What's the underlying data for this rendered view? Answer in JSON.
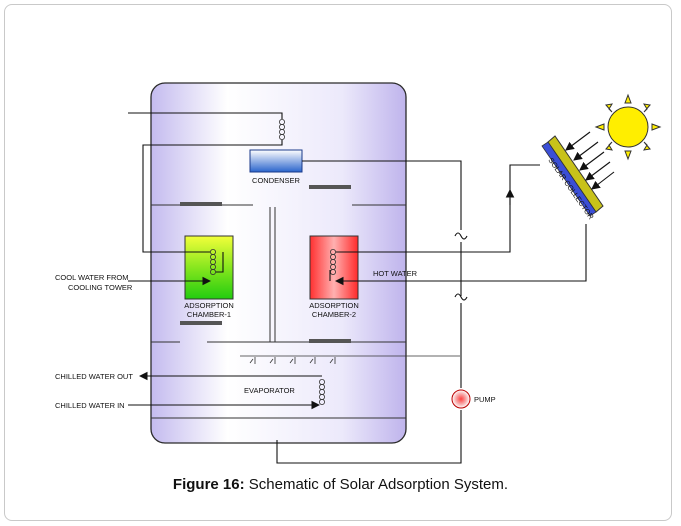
{
  "labels": {
    "condenser": "CONDENSER",
    "chamber1_line1": "ADSORPTION",
    "chamber1_line2": "CHAMBER-1",
    "chamber2_line1": "ADSORPTION",
    "chamber2_line2": "CHAMBER-2",
    "evaporator": "EVAPORATOR",
    "hot_water": "HOT WATER",
    "pump": "PUMP",
    "solar_collector": "SOLAR COLLECTOR",
    "cool_water_line1": "COOL WATER FROM",
    "cool_water_line2": "COOLING TOWER",
    "chilled_out": "CHILLED WATER OUT",
    "chilled_in": "CHILLED WATER IN"
  },
  "caption": {
    "label": "Figure 16:",
    "text": " Schematic of Solar Adsorption System."
  },
  "colors": {
    "vessel_fill": "#cfc6f2",
    "vessel_edge": "#9a8fd8",
    "chamber1": "#6fe01a",
    "chamber2": "#ff2020",
    "condenser": "#3b74d6",
    "sun": "#ffee00",
    "collector": "#c8c21a",
    "pump": "#e83030"
  }
}
